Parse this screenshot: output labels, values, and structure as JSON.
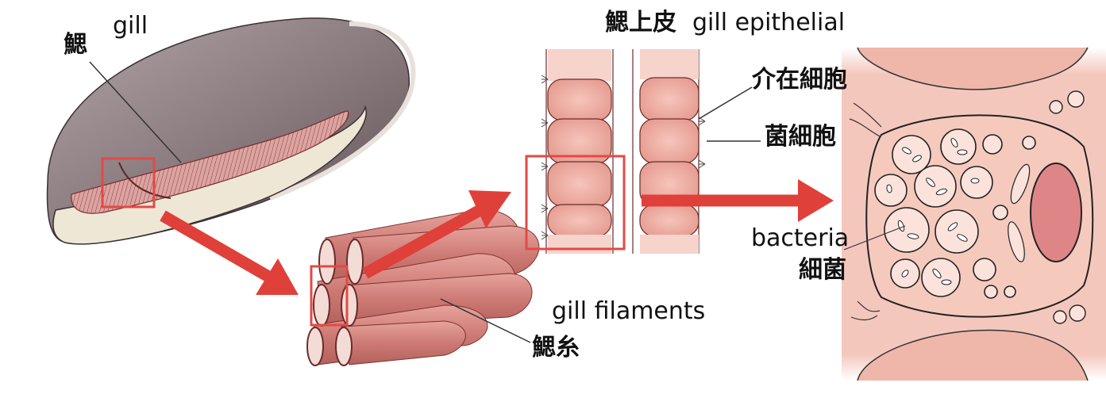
{
  "labels": {
    "gill_jp": "鰓",
    "gill_en": "gill",
    "epithelial_jp": "鰓上皮",
    "epithelial_en": "gill epithelial",
    "intercalary_jp": "介在細胞",
    "bacteriocyte_jp": "菌細胞",
    "bacteria_en": "bacteria",
    "bacteria_jp": "細菌",
    "filaments_en": "gill filaments",
    "filaments_jp": "鰓糸"
  },
  "colors": {
    "arrow": "#e0403a",
    "highlight_box": "#e24a45",
    "shell": "#8a7c80",
    "gill_tissue": "#d98b88",
    "cell": "#f2b7ab",
    "bacteria_vacuole": "#fbe3dc"
  }
}
